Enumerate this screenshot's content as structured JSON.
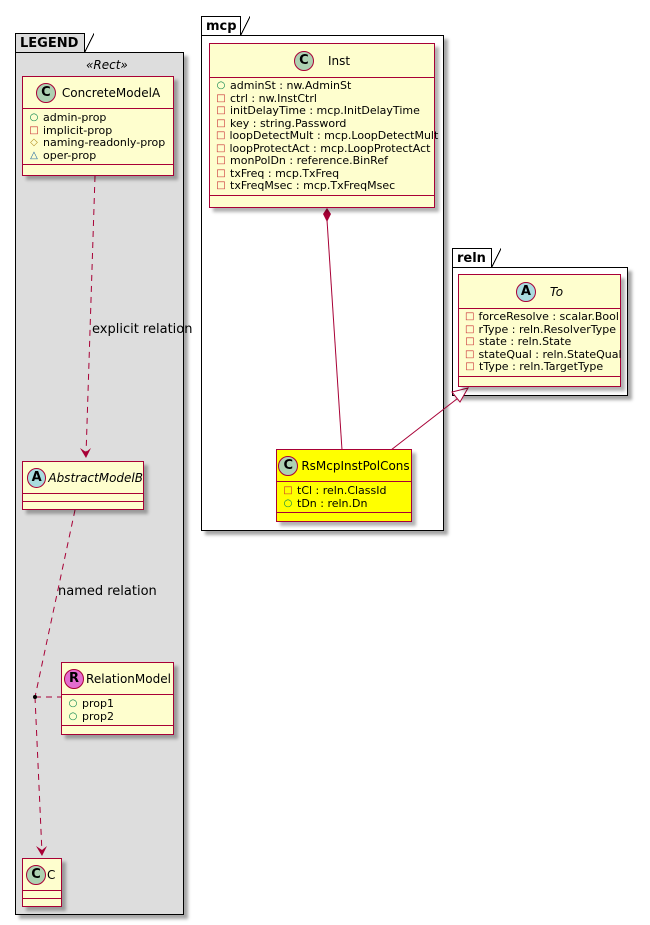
{
  "packages": {
    "legend": {
      "title": "LEGEND",
      "stereotype": "«Rect»"
    },
    "mcp": {
      "title": "mcp"
    },
    "reln": {
      "title": "reln"
    }
  },
  "classes": {
    "concrete_model_a": {
      "kind": "C",
      "name": "ConcreteModelA",
      "attrs": [
        {
          "vis": "public",
          "glyph": "○",
          "text": "admin-prop"
        },
        {
          "vis": "private",
          "glyph": "□",
          "text": "implicit-prop"
        },
        {
          "vis": "protected",
          "glyph": "◇",
          "text": "naming-readonly-prop"
        },
        {
          "vis": "package",
          "glyph": "△",
          "text": "oper-prop"
        }
      ]
    },
    "abstract_model_b": {
      "kind": "A",
      "name": "AbstractModelB"
    },
    "relation_model": {
      "kind": "R",
      "name": "RelationModel",
      "attrs": [
        {
          "vis": "public",
          "glyph": "○",
          "text": "prop1"
        },
        {
          "vis": "public",
          "glyph": "○",
          "text": "prop2"
        }
      ]
    },
    "c": {
      "kind": "C",
      "name": "C"
    },
    "inst": {
      "kind": "C",
      "name": "Inst",
      "attrs": [
        {
          "vis": "public",
          "glyph": "○",
          "text": "adminSt : nw.AdminSt"
        },
        {
          "vis": "private",
          "glyph": "□",
          "text": "ctrl : nw.InstCtrl"
        },
        {
          "vis": "private",
          "glyph": "□",
          "text": "initDelayTime : mcp.InitDelayTime"
        },
        {
          "vis": "private",
          "glyph": "□",
          "text": "key : string.Password"
        },
        {
          "vis": "private",
          "glyph": "□",
          "text": "loopDetectMult : mcp.LoopDetectMult"
        },
        {
          "vis": "private",
          "glyph": "□",
          "text": "loopProtectAct : mcp.LoopProtectAct"
        },
        {
          "vis": "private",
          "glyph": "□",
          "text": "monPolDn : reference.BinRef"
        },
        {
          "vis": "private",
          "glyph": "□",
          "text": "txFreq : mcp.TxFreq"
        },
        {
          "vis": "private",
          "glyph": "□",
          "text": "txFreqMsec : mcp.TxFreqMsec"
        }
      ]
    },
    "to": {
      "kind": "A",
      "name": "To",
      "attrs": [
        {
          "vis": "private",
          "glyph": "□",
          "text": "forceResolve : scalar.Bool"
        },
        {
          "vis": "private",
          "glyph": "□",
          "text": "rType : reln.ResolverType"
        },
        {
          "vis": "private",
          "glyph": "□",
          "text": "state : reln.State"
        },
        {
          "vis": "private",
          "glyph": "□",
          "text": "stateQual : reln.StateQual"
        },
        {
          "vis": "private",
          "glyph": "□",
          "text": "tType : reln.TargetType"
        }
      ]
    },
    "rs_mcp_inst_pol_cons": {
      "kind": "C",
      "name": "RsMcpInstPolCons",
      "attrs": [
        {
          "vis": "private",
          "glyph": "□",
          "text": "tCl : reln.ClassId"
        },
        {
          "vis": "public",
          "glyph": "○",
          "text": "tDn : reln.Dn"
        }
      ]
    }
  },
  "relations": {
    "explicit": "explicit relation",
    "named": "named relation"
  },
  "colors": {
    "class_fill": "#fefece",
    "class_border": "#a80036",
    "highlight_fill": "#ffff00",
    "legend_fill": "#dddddd"
  }
}
